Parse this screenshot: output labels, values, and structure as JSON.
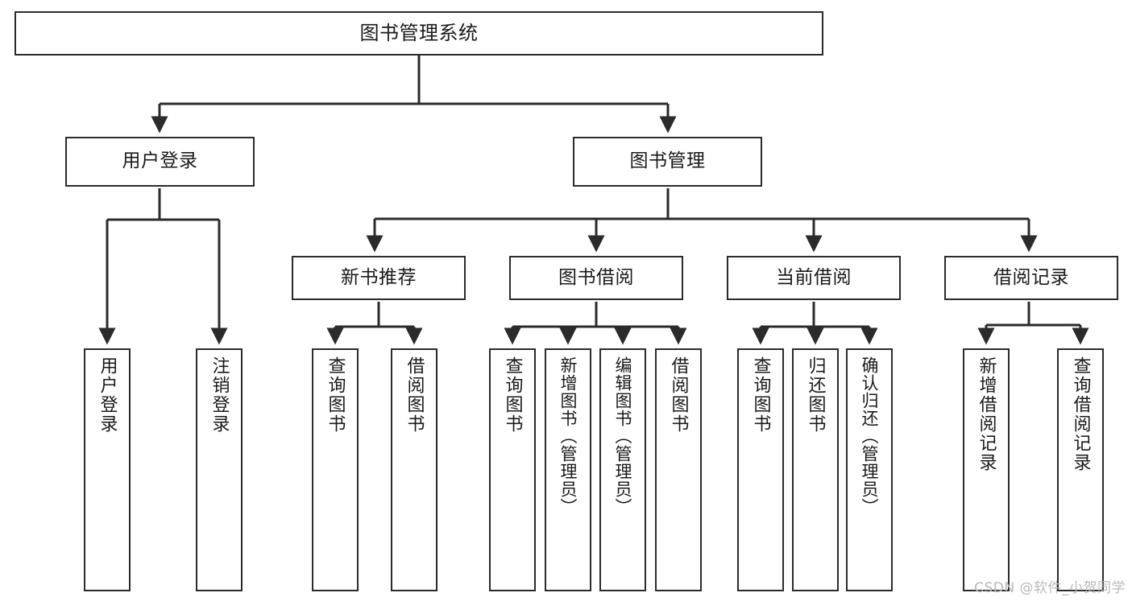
{
  "diagram": {
    "type": "tree",
    "title": "图书管理系统",
    "root": {
      "id": "root",
      "label": "图书管理系统"
    },
    "level2": [
      {
        "id": "user-login",
        "label": "用户登录"
      },
      {
        "id": "book-manage",
        "label": "图书管理"
      }
    ],
    "level3": [
      {
        "id": "new-book-rec",
        "label": "新书推荐",
        "parent": "book-manage"
      },
      {
        "id": "book-borrow",
        "label": "图书借阅",
        "parent": "book-manage"
      },
      {
        "id": "current-borrow",
        "label": "当前借阅",
        "parent": "book-manage"
      },
      {
        "id": "borrow-record",
        "label": "借阅记录",
        "parent": "book-manage"
      }
    ],
    "leaves": {
      "user_login": [
        {
          "id": "leaf-user-login",
          "label": "用户登录"
        },
        {
          "id": "leaf-user-logout",
          "label": "注销登录"
        }
      ],
      "new_book_rec": [
        {
          "id": "leaf-query-book-1",
          "label": "查询图书"
        },
        {
          "id": "leaf-borrow-book-1",
          "label": "借阅图书"
        }
      ],
      "book_borrow": [
        {
          "id": "leaf-query-book-2",
          "label": "查询图书"
        },
        {
          "id": "leaf-add-book",
          "label": "新增图书（管理员）"
        },
        {
          "id": "leaf-edit-book",
          "label": "编辑图书（管理员）"
        },
        {
          "id": "leaf-borrow-book-2",
          "label": "借阅图书"
        }
      ],
      "current_borrow": [
        {
          "id": "leaf-query-book-3",
          "label": "查询图书"
        },
        {
          "id": "leaf-return-book",
          "label": "归还图书"
        },
        {
          "id": "leaf-confirm-return",
          "label": "确认归还（管理员）"
        }
      ],
      "borrow_record": [
        {
          "id": "leaf-add-record",
          "label": "新增借阅记录"
        },
        {
          "id": "leaf-query-record",
          "label": "查询借阅记录"
        }
      ]
    }
  },
  "watermark": {
    "text": "CSDN @软件_小贺同学"
  },
  "colors": {
    "stroke": "#2b2b2b",
    "fill": "#ffffff",
    "text": "#1a1a1a",
    "watermark": "#b9b9b9"
  }
}
